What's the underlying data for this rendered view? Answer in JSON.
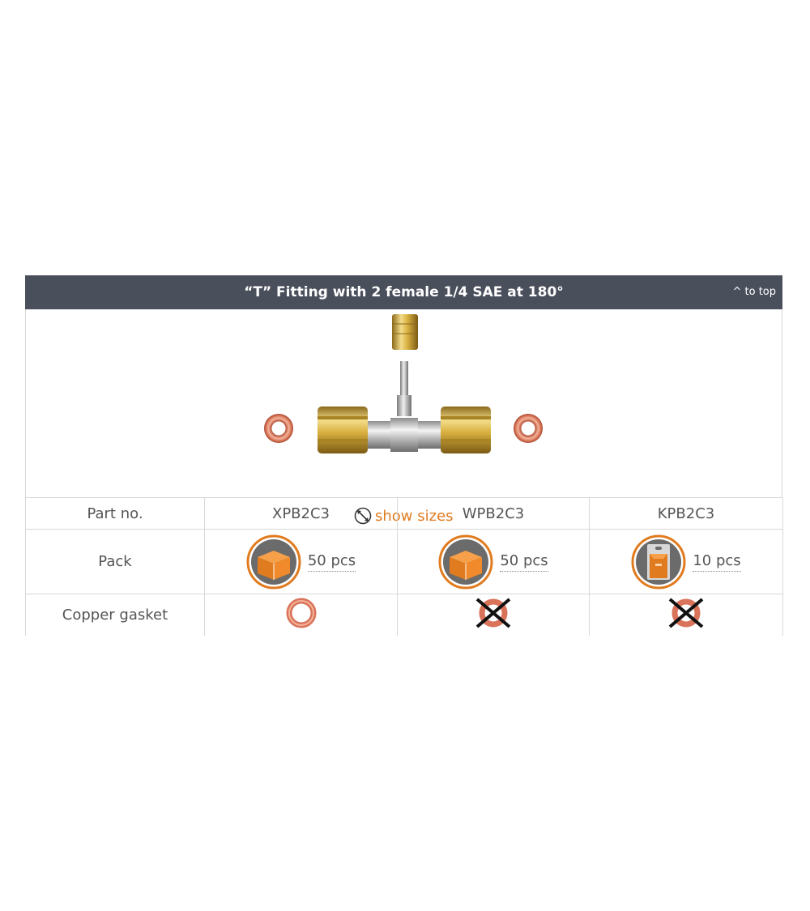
{
  "header": {
    "title": "“T” Fitting with 2 female 1/4 SAE at 180°",
    "to_top": "^ to top"
  },
  "product_image": {
    "icon": "t-fitting-image"
  },
  "show_sizes": {
    "label": "show sizes",
    "icon": "ruler-icon"
  },
  "table": {
    "row_labels": [
      "Part no.",
      "Pack",
      "Copper gasket"
    ],
    "columns": [
      {
        "part_no": "XPB2C3",
        "pack_qty": "50 pcs",
        "pack_icon": "box-icon",
        "gasket": "included"
      },
      {
        "part_no": "WPB2C3",
        "pack_qty": "50 pcs",
        "pack_icon": "box-icon",
        "gasket": "not-included"
      },
      {
        "part_no": "KPB2C3",
        "pack_qty": "10 pcs",
        "pack_icon": "blister-pack-icon",
        "gasket": "not-included"
      }
    ]
  },
  "colors": {
    "header_bg": "#4a4f5c",
    "accent_orange": "#e07b1f",
    "copper": "#d9735a",
    "brass": "#d4a83a"
  }
}
